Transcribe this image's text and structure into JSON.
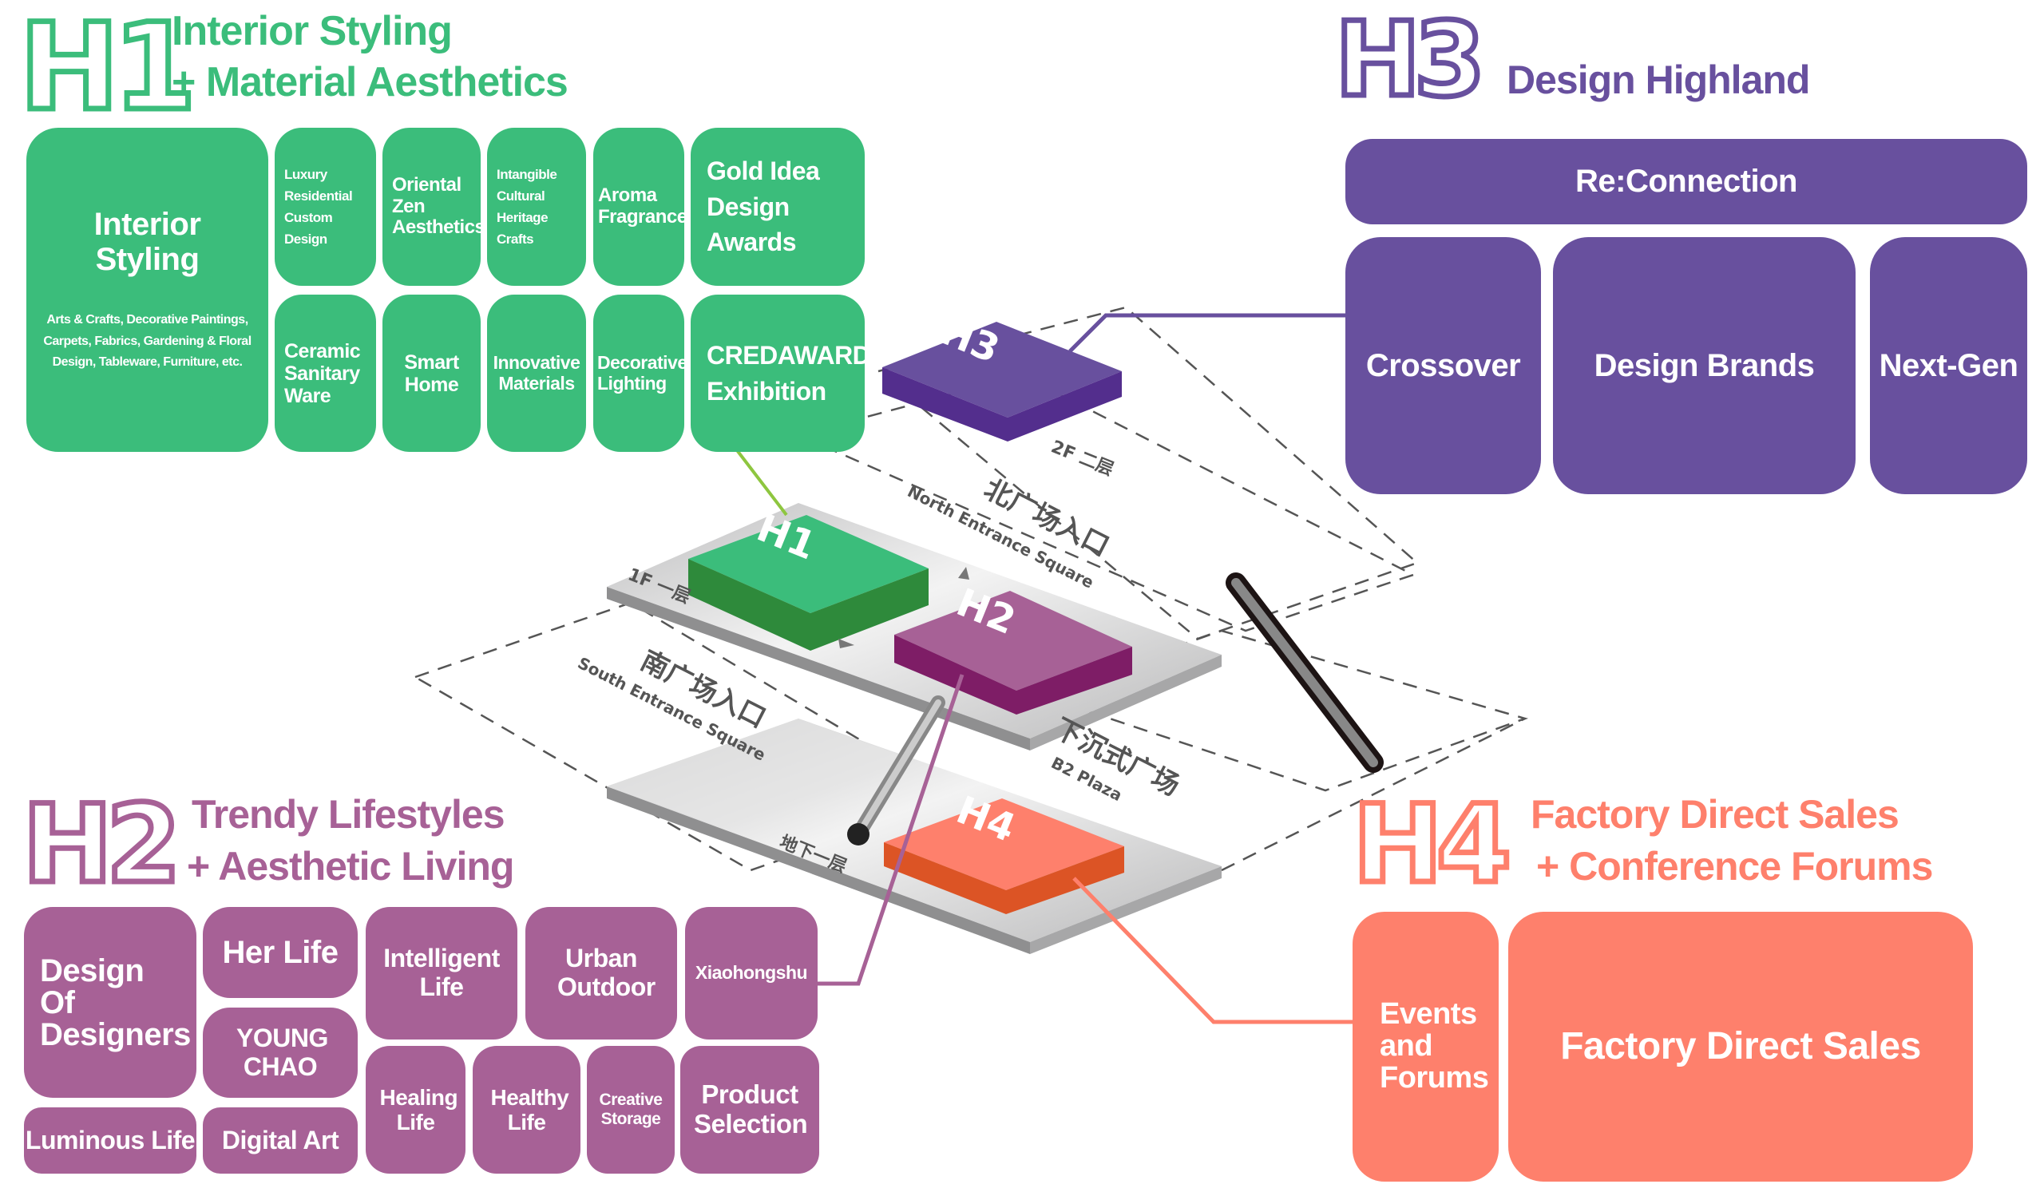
{
  "colors": {
    "h1": "#3bbd7b",
    "h2": "#a76196",
    "h3": "#68509e",
    "h4": "#fe806c"
  },
  "h1": {
    "code": "H1",
    "title_line1": "Interior Styling",
    "title_line2": "+ Material Aesthetics",
    "main": {
      "title": "Interior Styling",
      "subtitle": "Arts & Crafts, Decorative Paintings, Carpets, Fabrics, Gardening & Floral Design, Tableware, Furniture, etc."
    },
    "items": [
      "Luxury Residential Custom Design",
      "Oriental Zen Aesthetics",
      "Intangible Cultural Heritage Crafts",
      "Aroma Fragrance",
      "Gold Idea Design Awards",
      "Ceramic Sanitary Ware",
      "Smart Home",
      "Innovative Materials",
      "Decorative Lighting",
      "CREDAWARD Exhibition"
    ]
  },
  "h3": {
    "code": "H3",
    "title": "Design Highland",
    "items": [
      "Re:Connection",
      "Crossover",
      "Design Brands",
      "Next-Gen"
    ]
  },
  "h2": {
    "code": "H2",
    "title_line1": "Trendy Lifestyles",
    "title_line2": "+ Aesthetic Living",
    "items": [
      "Design Of Designers",
      "Luminous Life",
      "Her Life",
      "YOUNG CHAO",
      "Digital Art",
      "Intelligent Life",
      "Urban Outdoor",
      "Xiaohongshu",
      "Healing Life",
      "Healthy Life",
      "Creative Storage",
      "Product Selection"
    ]
  },
  "h4": {
    "code": "H4",
    "title_line1": "Factory Direct Sales",
    "title_line2": "+ Conference Forums",
    "items": [
      "Events and Forums",
      "Factory Direct Sales"
    ]
  },
  "map": {
    "floor_2f": "2F 二层",
    "floor_1f": "1F 一层",
    "floor_b1": "地下一层",
    "north_cn": "北广场入口",
    "north_en": "North Entrance Square",
    "south_cn": "南广场入口",
    "south_en": "South Entrance Square",
    "b2_cn": "下沉式广场",
    "b2_en": "B2 Plaza",
    "hall_h1": "H1",
    "hall_h2": "H2",
    "hall_h3": "H3",
    "hall_h4": "H4"
  }
}
